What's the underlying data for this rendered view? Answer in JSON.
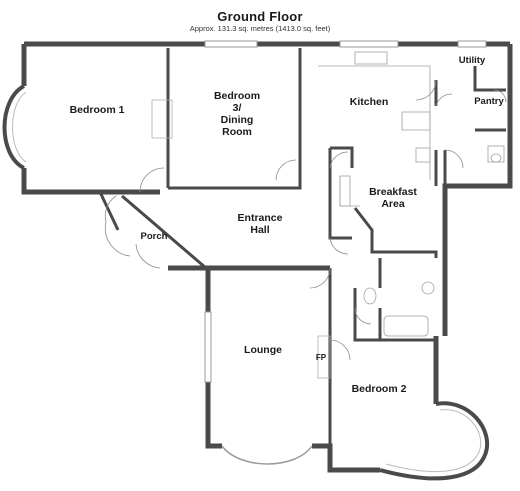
{
  "plan": {
    "title": "Ground Floor",
    "subtitle": "Approx. 131.3 sq. metres (1413.0 sq. feet)",
    "rooms": [
      {
        "id": "bedroom-1",
        "lines": [
          "Bedroom 1"
        ]
      },
      {
        "id": "bedroom-3",
        "lines": [
          "Bedroom",
          "3/",
          "Dining",
          "Room"
        ]
      },
      {
        "id": "kitchen",
        "lines": [
          "Kitchen"
        ]
      },
      {
        "id": "utility",
        "lines": [
          "Utility"
        ]
      },
      {
        "id": "pantry",
        "lines": [
          "Pantry"
        ]
      },
      {
        "id": "breakfast-area",
        "lines": [
          "Breakfast",
          "Area"
        ]
      },
      {
        "id": "entrance-hall",
        "lines": [
          "Entrance",
          "Hall"
        ]
      },
      {
        "id": "porch",
        "lines": [
          "Porch"
        ]
      },
      {
        "id": "lounge",
        "lines": [
          "Lounge"
        ]
      },
      {
        "id": "fireplace",
        "lines": [
          "FP"
        ]
      },
      {
        "id": "bedroom-2",
        "lines": [
          "Bedroom 2"
        ]
      }
    ],
    "colors": {
      "wall": "#4a4a4a",
      "thin": "#9a9a9a",
      "window": "#c8c8c8"
    }
  }
}
